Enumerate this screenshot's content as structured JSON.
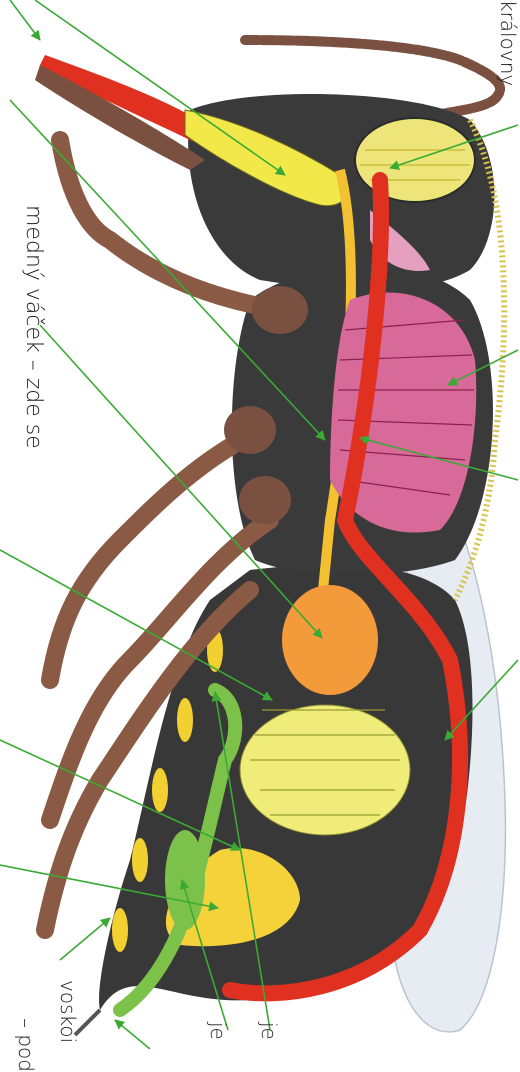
{
  "labels": {
    "top_right": "královny",
    "left_side": "medný váček – zde se",
    "bottom_vosk": "voskoi",
    "bottom_pod": "– pod",
    "bottom_je_a": "je",
    "bottom_je_b": "je"
  },
  "colors": {
    "arrow": "#3aaa35",
    "body": "#3a3a3a",
    "legs": "#8a5a44",
    "gland_yellow": "#f2e84a",
    "muscle_pink": "#d86a9a",
    "heart_red": "#e03020",
    "crop_orange": "#f39a3a",
    "gut_yellow": "#f0ec7a",
    "ovary_green": "#7cc24a",
    "wing": "#dfe6ee"
  },
  "icons": [
    "green-pointer-arrow"
  ]
}
